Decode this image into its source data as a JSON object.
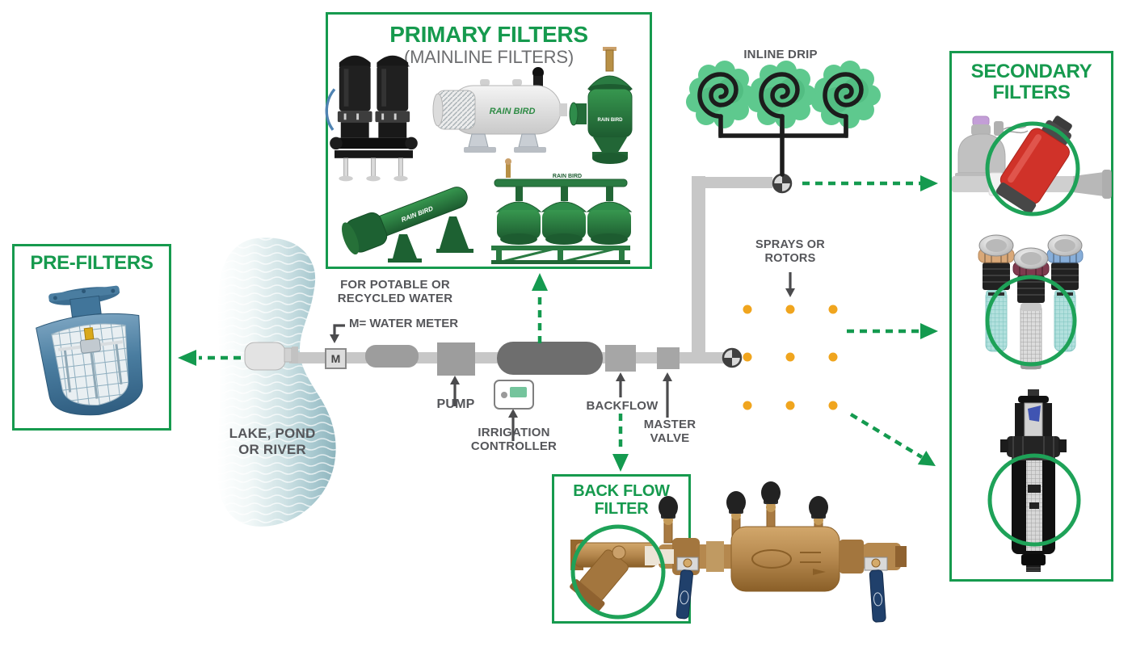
{
  "colors": {
    "accent_green": "#169a4e",
    "arrow_green": "#149a4f",
    "text_gray": "#55565a",
    "subtitle_gray": "#6d6e70",
    "pipe_light": "#c7c7c7",
    "pipe_mid": "#9d9d9d",
    "pipe_dark": "#6e6e6e",
    "dot_orange": "#f0a51e",
    "bush_green": "#5ec98e",
    "red_filter": "#d03229",
    "brass": "#b5884e",
    "handle_navy": "#20406b",
    "lake_teal": "#8db4bd",
    "strainer_blue": "#4a7da0"
  },
  "boxes": {
    "pre_filters": {
      "title": "PRE-FILTERS"
    },
    "primary_filters": {
      "title": "PRIMARY FILTERS",
      "subtitle": "(MAINLINE FILTERS)"
    },
    "secondary_filters": {
      "title_line1": "SECONDARY",
      "title_line2": "FILTERS"
    },
    "back_flow_filter": {
      "title_line1": "BACK FLOW",
      "title_line2": "FILTER"
    }
  },
  "labels": {
    "inline_drip": "INLINE DRIP",
    "sprays_line1": "SPRAYS OR",
    "sprays_line2": "ROTORS",
    "potable_line1": "FOR POTABLE OR",
    "potable_line2": "RECYCLED WATER",
    "water_meter": "M= WATER METER",
    "meter_letter": "M",
    "pump": "PUMP",
    "controller_line1": "IRRIGATION",
    "controller_line2": "CONTROLLER",
    "backflow": "BACKFLOW",
    "master_line1": "MASTER",
    "master_line2": "VALVE",
    "lake_line1": "LAKE, POND",
    "lake_line2": "OR RIVER",
    "rain_bird": "RAIN BIRD"
  },
  "sprinkler_grid": {
    "rows": 3,
    "cols": 3,
    "dot_color": "#f0a51e"
  }
}
